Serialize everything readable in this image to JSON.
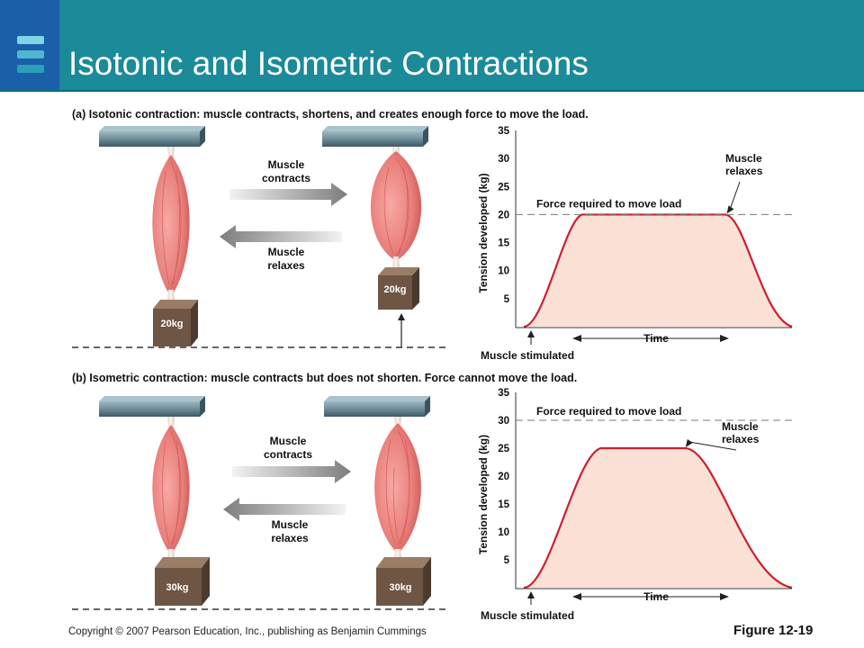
{
  "header": {
    "title": "Isotonic and Isometric Contractions"
  },
  "panel_a": {
    "caption_bold": "(a) Isotonic contraction:",
    "caption_rest": " muscle contracts, shortens, and creates enough force to move the load.",
    "arrow_right_label": [
      "Muscle",
      "contracts"
    ],
    "arrow_left_label": [
      "Muscle",
      "relaxes"
    ],
    "load_left": "20kg",
    "load_right": "20kg"
  },
  "panel_b": {
    "caption_bold": "(b) Isometric contraction:",
    "caption_rest": " muscle contracts but does not shorten. Force cannot move the load.",
    "arrow_right_label": [
      "Muscle",
      "contracts"
    ],
    "arrow_left_label": [
      "Muscle",
      "relaxes"
    ],
    "load_left": "30kg",
    "load_right": "30kg"
  },
  "chart_data": [
    {
      "type": "area",
      "ylabel": "Tension developed (kg)",
      "xlabel": "Time",
      "ylim": [
        0,
        35
      ],
      "yticks": [
        5,
        10,
        15,
        20,
        25,
        30,
        35
      ],
      "threshold": {
        "value": 20,
        "label": "Force required to move load"
      },
      "annotations": {
        "relax": [
          "Muscle",
          "relaxes"
        ],
        "stimulated": "Muscle stimulated"
      },
      "curve": [
        [
          0,
          0
        ],
        [
          0.25,
          20
        ],
        [
          0.75,
          20
        ],
        [
          1,
          0
        ]
      ]
    },
    {
      "type": "area",
      "ylabel": "Tension developed (kg)",
      "xlabel": "Time",
      "ylim": [
        0,
        35
      ],
      "yticks": [
        5,
        10,
        15,
        20,
        25,
        30,
        35
      ],
      "threshold": {
        "value": 30,
        "label": "Force required to move load"
      },
      "annotations": {
        "relax": [
          "Muscle",
          "relaxes"
        ],
        "stimulated": "Muscle stimulated"
      },
      "curve": [
        [
          0,
          0
        ],
        [
          0.32,
          25
        ],
        [
          0.6,
          25
        ],
        [
          1,
          0
        ]
      ]
    }
  ],
  "footer": {
    "copyright": "Copyright © 2007 Pearson Education, Inc., publishing as Benjamin Cummings",
    "figure": "Figure 12-19"
  },
  "colors": {
    "header": "#1b8a99",
    "logo": "#1a5fa8",
    "curve": "#cc1f2e",
    "fill": "#fbe0d5"
  }
}
